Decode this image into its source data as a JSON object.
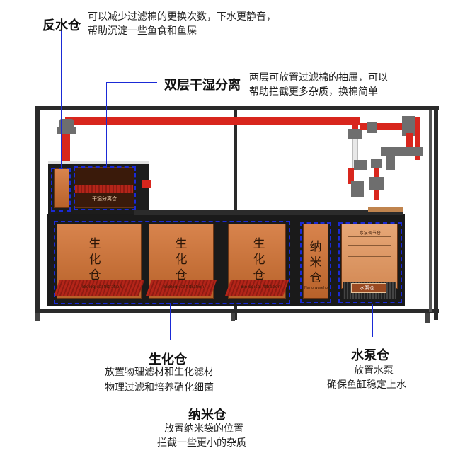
{
  "labels": {
    "backflow": {
      "title": "反水仓",
      "desc_line1": "可以减少过滤棉的更换次数，下水更静音，",
      "desc_line2": "帮助沉淀一些鱼食和鱼屎"
    },
    "drywet": {
      "title": "双层干湿分离",
      "desc_line1": "两层可放置过滤棉的抽屉，可以",
      "desc_line2": "帮助拦截更多杂质，换棉简单"
    },
    "bio": {
      "title": "生化仓",
      "desc_line1": "放置物理滤材和生化滤材",
      "desc_line2": "物理过滤和培养硝化细菌"
    },
    "pump": {
      "title": "水泵仓",
      "desc_line1": "放置水泵",
      "desc_line2": "确保鱼缸稳定上水"
    },
    "nano": {
      "title": "纳米仓",
      "desc_line1": "放置纳米袋的位置",
      "desc_line2": "拦截一些更小的杂质"
    }
  },
  "chambers": {
    "bio_1": {
      "c1": "生",
      "c2": "化",
      "c3": "仓",
      "sub": "Biological filtration"
    },
    "bio_2": {
      "c1": "生",
      "c2": "化",
      "c3": "仓",
      "sub": "Biological filtration"
    },
    "bio_3": {
      "c1": "生",
      "c2": "化",
      "c3": "仓",
      "sub": "Biological filtration"
    },
    "nano": {
      "c1": "纳",
      "c2": "米",
      "c3": "仓",
      "sub": "Nano warehouse"
    },
    "drywet_label": "干湿分离仓",
    "pump_label": "水泵仓",
    "pump_title": "水泵调节仓"
  },
  "colors": {
    "highlight": "#1a2ad6",
    "pipe": "#d8261d",
    "frame": "#2a2a2a",
    "chamber": "#c8733a"
  }
}
